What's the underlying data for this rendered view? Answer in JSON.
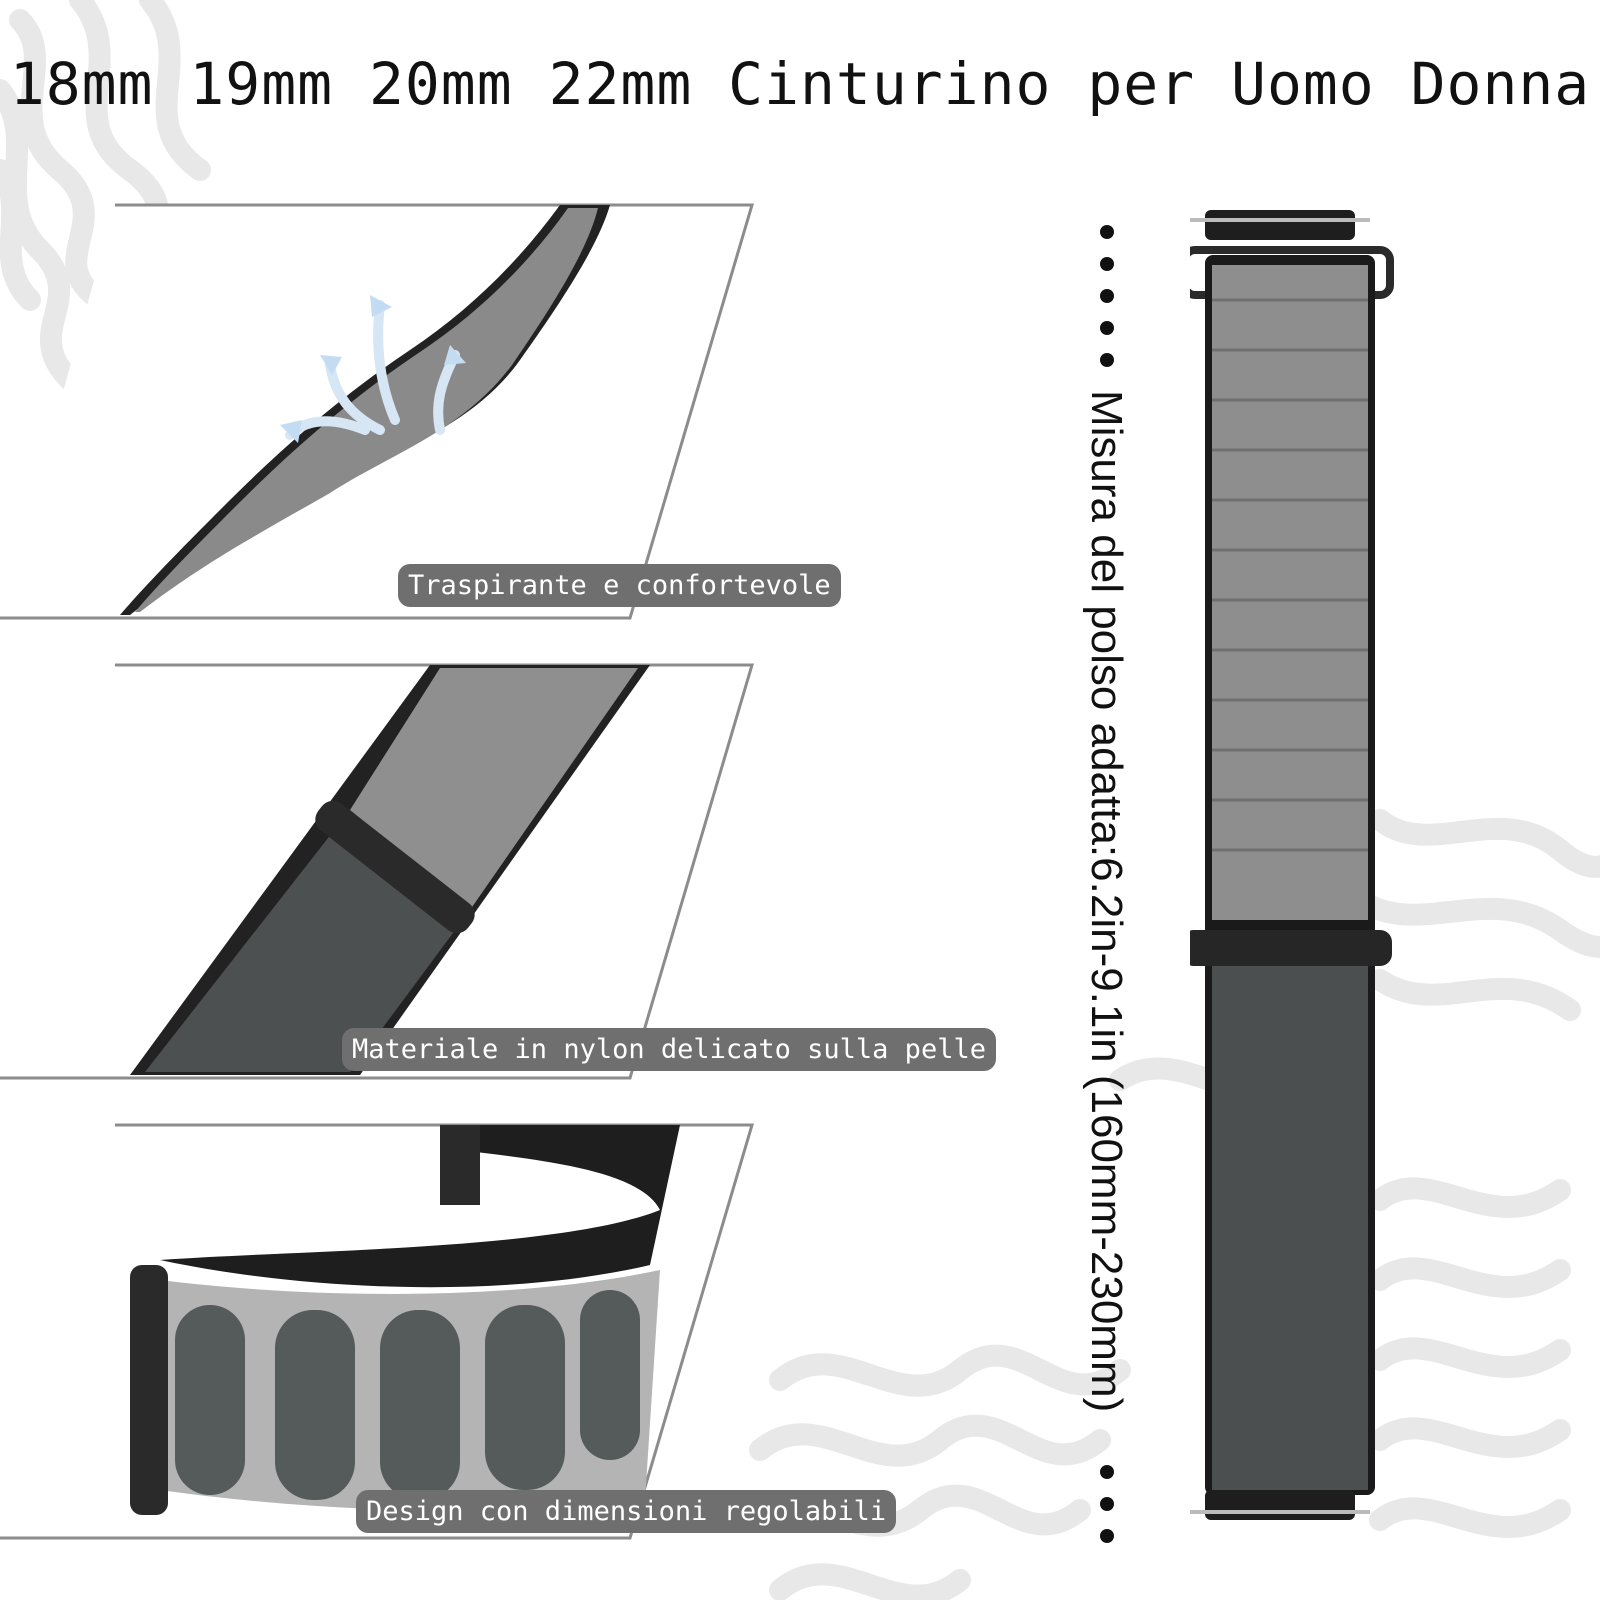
{
  "title": "18mm 19mm 20mm 22mm Cinturino per Uomo Donna",
  "panels": [
    {
      "caption": "Traspirante e confortevole"
    },
    {
      "caption": "Materiale in nylon delicato sulla pelle"
    },
    {
      "caption": "Design con dimensioni regolabili"
    }
  ],
  "measure": {
    "text": "Misura del polso adatta:6.2in-9.1in (160mm-230mm)"
  },
  "colors": {
    "strap_light": "#8a8a8a",
    "strap_dark": "#4a4d4d",
    "hardware": "#222222",
    "caption_bg": "#6f6f6f",
    "wave": "#e9e9e9"
  },
  "icons": [
    "airflow-arrows-icon"
  ]
}
